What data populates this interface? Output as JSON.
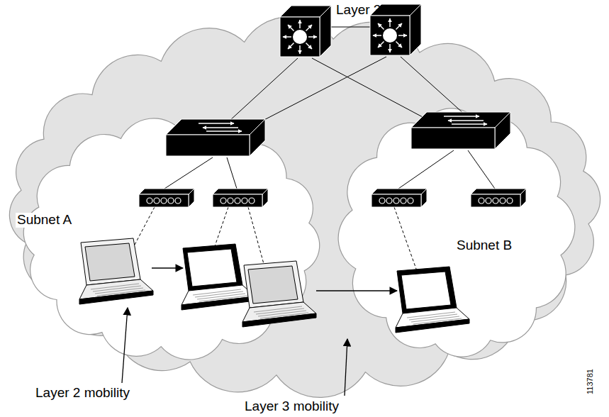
{
  "diagram": {
    "nodes": [
      {
        "text": [
          "Subnet A"
        ]
      },
      {
        "text": [
          "Subnet B"
        ]
      }
    ],
    "labels": [
      "Layer 3",
      "Layer 2 mobility",
      "Layer 3 mobility",
      "113781"
    ]
  }
}
